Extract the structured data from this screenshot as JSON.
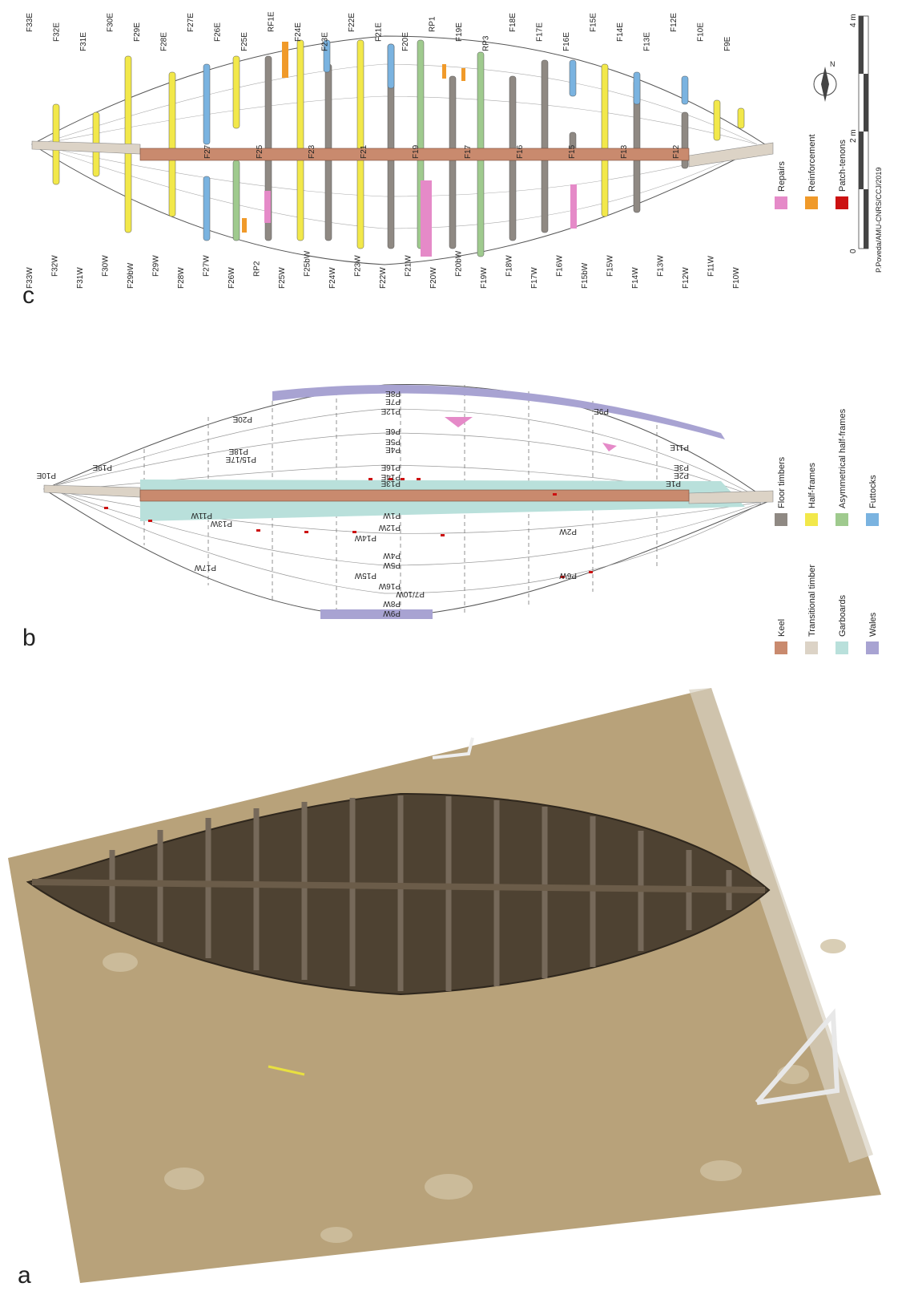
{
  "panels": {
    "a": {
      "label": "a"
    },
    "b": {
      "label": "b"
    },
    "c": {
      "label": "c"
    }
  },
  "panel_b": {
    "legend": [
      {
        "label": "Keel",
        "color": "#c98a6e"
      },
      {
        "label": "Transitional timber",
        "color": "#dcd3c6"
      },
      {
        "label": "Garboards",
        "color": "#b9e0db"
      },
      {
        "label": "Wales",
        "color": "#a8a3d2"
      },
      {
        "label": "Floor timbers",
        "color": "#8f8983"
      },
      {
        "label": "Half-frames",
        "color": "#f2e84a"
      },
      {
        "label": "Asymmetrical half-frames",
        "color": "#9fca8e"
      },
      {
        "label": "Futtocks",
        "color": "#7ab3e0"
      }
    ],
    "labels_east": [
      "P10E",
      "P19E",
      "P18E",
      "P15/17E",
      "P16E",
      "P14E",
      "P13E",
      "P1E",
      "P2E",
      "P3E",
      "P11E",
      "P20E",
      "P12E",
      "P7E",
      "P8E",
      "P6E",
      "P5E",
      "P4E",
      "P9E"
    ],
    "labels_west": [
      "P11W",
      "P13W",
      "P1W",
      "P12W",
      "P14W",
      "P4W",
      "P5W",
      "P15W",
      "P16W",
      "P7/10W",
      "P8W",
      "P9W",
      "P17W",
      "P2W",
      "P6W"
    ]
  },
  "panel_c": {
    "legend": [
      {
        "label": "Repairs",
        "color": "#e58ac8"
      },
      {
        "label": "Reinforcement",
        "color": "#f09a2a"
      },
      {
        "label": "Patch-tenons",
        "color": "#cc1111"
      }
    ],
    "frames_east": [
      "F33E",
      "F32E",
      "F31E",
      "F30E",
      "F29E",
      "F28E",
      "F27E",
      "F26E",
      "F25E",
      "RF1E",
      "F24E",
      "F23E",
      "F22E",
      "F21E",
      "F20E",
      "RP1",
      "F19E",
      "RP3",
      "F18E",
      "F17E",
      "F16E",
      "F15E",
      "F14E",
      "F13E",
      "F12E",
      "F10E",
      "F9E"
    ],
    "frames_west": [
      "F33W",
      "F32W",
      "F31W",
      "F30W",
      "F29bW",
      "F29W",
      "F28W",
      "F27W",
      "F26W",
      "RP2",
      "F25W",
      "F25bW",
      "F24W",
      "F23W",
      "F22W",
      "F21W",
      "F20W",
      "F20bW",
      "F19W",
      "F18W",
      "F17W",
      "F16W",
      "F15bW",
      "F15W",
      "F14W",
      "F13W",
      "F12W",
      "F11W",
      "F10W"
    ],
    "frames_center": [
      "F27",
      "F25",
      "F23",
      "F21",
      "F19",
      "F17",
      "F16",
      "F15",
      "F13",
      "F12"
    ],
    "scale": {
      "ticks": [
        "0",
        "2 m",
        "4 m"
      ],
      "credit": "P.Poveda/AMU-CNRS/CCJ/2019"
    }
  }
}
